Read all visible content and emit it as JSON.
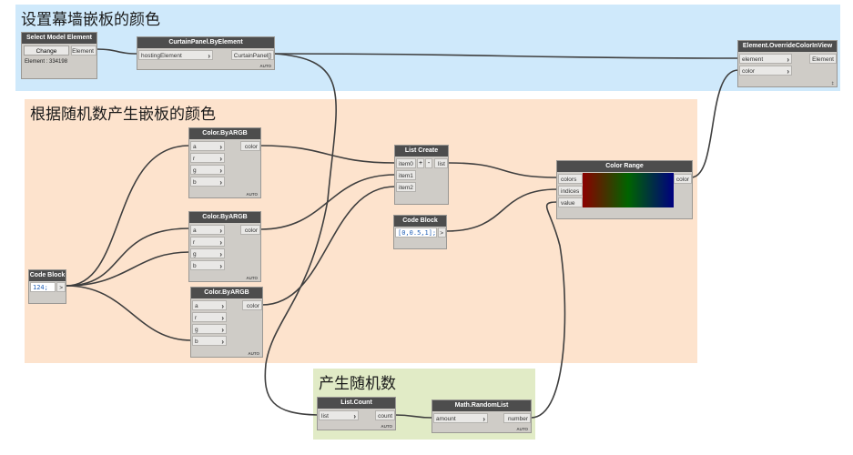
{
  "groups": {
    "g1": {
      "title": "设置幕墙嵌板的颜色",
      "color": "#cfe9fb"
    },
    "g2": {
      "title": "根据随机数产生嵌板的颜色",
      "color": "#fde3cd"
    },
    "g3": {
      "title": "产生随机数",
      "color": "#e1ebc6"
    }
  },
  "nodes": {
    "select": {
      "title": "Select Model Element",
      "button": "Change",
      "output": "Element",
      "value": "Element : 334198"
    },
    "panel": {
      "title": "CurtainPanel.ByElement",
      "input": "hostingElement",
      "output": "CurtainPanel[]",
      "auto": "AUTO"
    },
    "override": {
      "title": "Element.OverrideColorInView",
      "input1": "element",
      "input2": "color",
      "output": "Element",
      "auto": "‡"
    },
    "argb1": {
      "title": "Color.ByARGB",
      "a": "a",
      "r": "r",
      "g": "g",
      "b": "b",
      "output": "color",
      "auto": "AUTO"
    },
    "argb2": {
      "title": "Color.ByARGB",
      "a": "a",
      "r": "r",
      "g": "g",
      "b": "b",
      "output": "color",
      "auto": "AUTO"
    },
    "argb3": {
      "title": "Color.ByARGB",
      "a": "a",
      "r": "r",
      "g": "g",
      "b": "b",
      "output": "color",
      "auto": "AUTO"
    },
    "code1": {
      "title": "Code Block",
      "code": "124;",
      "output": ">"
    },
    "listcreate": {
      "title": "List Create",
      "item0": "item0",
      "item1": "item1",
      "item2": "item2",
      "plus": "+",
      "minus": "-",
      "output": "list"
    },
    "code2": {
      "title": "Code Block",
      "code": "[0,0.5,1];",
      "output": ">"
    },
    "colorrange": {
      "title": "Color Range",
      "input1": "colors",
      "input2": "indices",
      "input3": "value",
      "output": "color"
    },
    "listcount": {
      "title": "List.Count",
      "input": "list",
      "output": "count",
      "auto": "AUTO"
    },
    "randomlist": {
      "title": "Math.RandomList",
      "input": "amount",
      "output": "number",
      "auto": "AUTO"
    }
  },
  "colors": {
    "wire": "#3f3f3f",
    "header": "#4d4d4d",
    "node_body": "#cfccc7",
    "code_text": "#1f5fb6"
  }
}
